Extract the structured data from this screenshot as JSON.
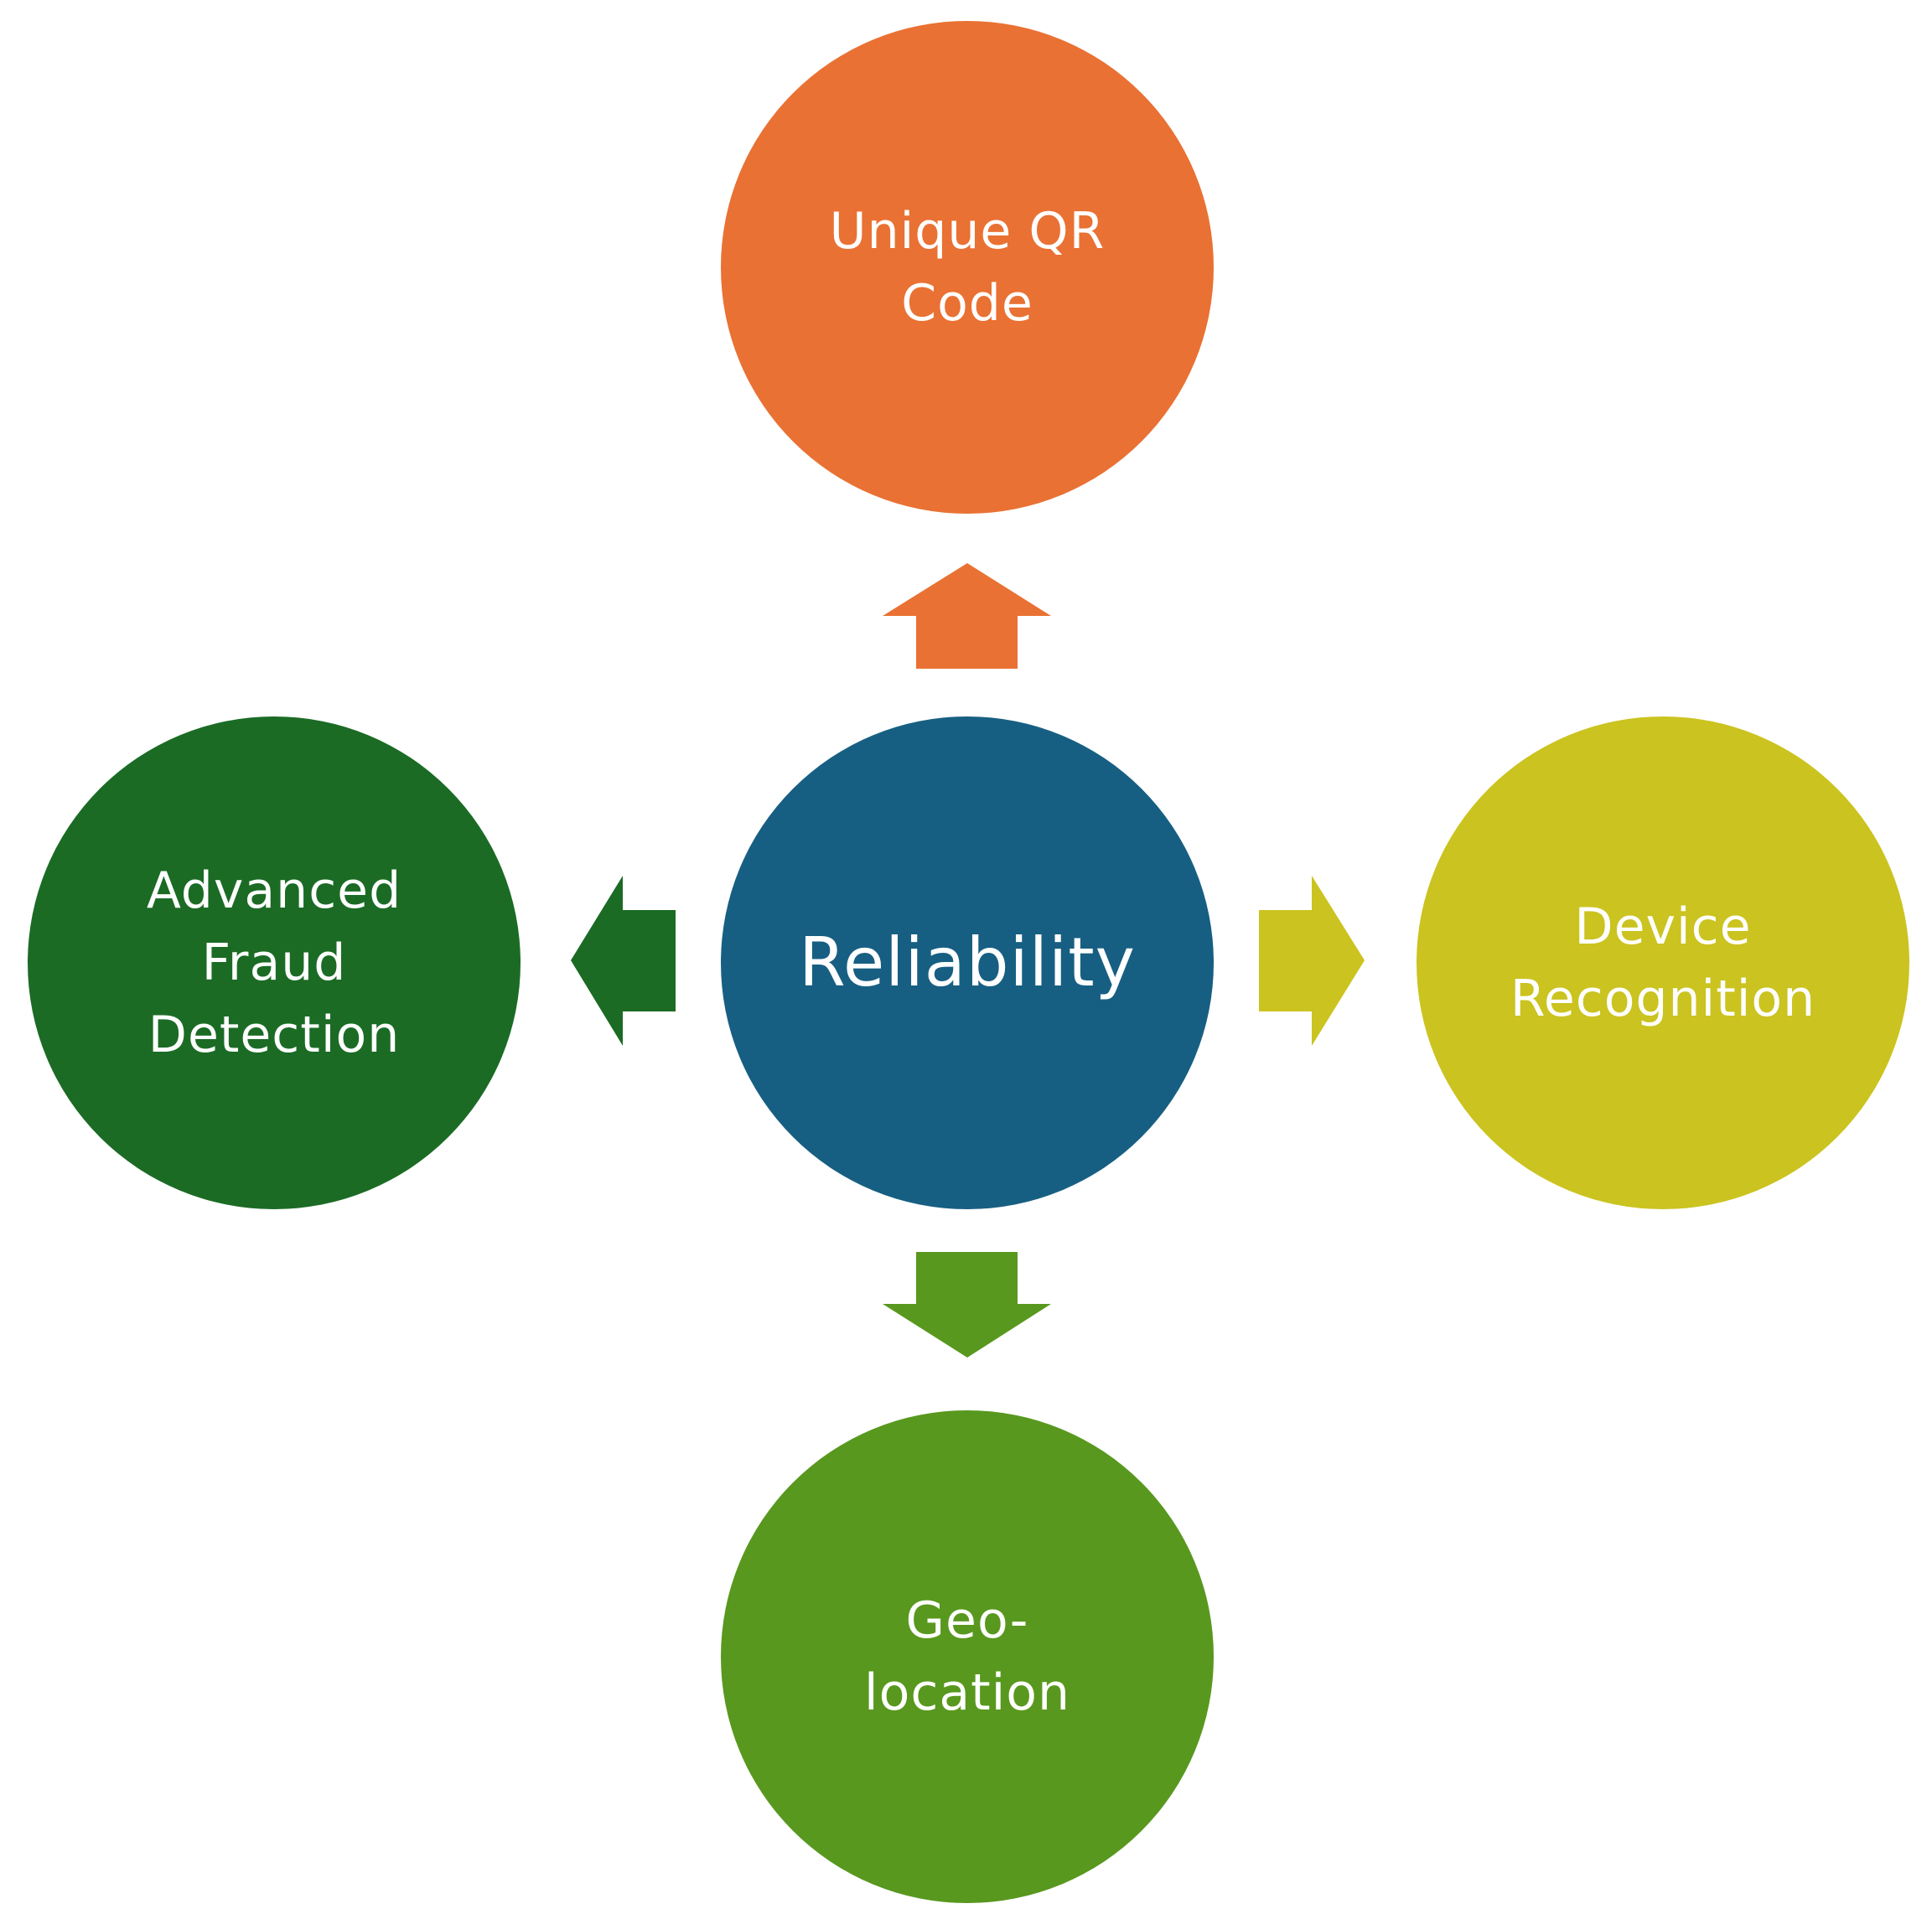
{
  "center": {
    "label": "Reliability",
    "color": "#175f82"
  },
  "nodes": {
    "top": {
      "label": "Unique QR\nCode",
      "color": "#e97133"
    },
    "right": {
      "label": "Device\nRecognition",
      "color": "#cbc31f"
    },
    "bottom": {
      "label": "Geo-\nlocation",
      "color": "#58981e"
    },
    "left": {
      "label": "Advanced\nFraud\nDetection",
      "color": "#1b6b25"
    }
  },
  "arrows": {
    "up": {
      "icon": "up-arrow-icon",
      "color": "#e97133"
    },
    "right": {
      "icon": "right-arrow-icon",
      "color": "#cbc31f"
    },
    "down": {
      "icon": "down-arrow-icon",
      "color": "#58981e"
    },
    "left": {
      "icon": "left-arrow-icon",
      "color": "#1b6b25"
    }
  }
}
